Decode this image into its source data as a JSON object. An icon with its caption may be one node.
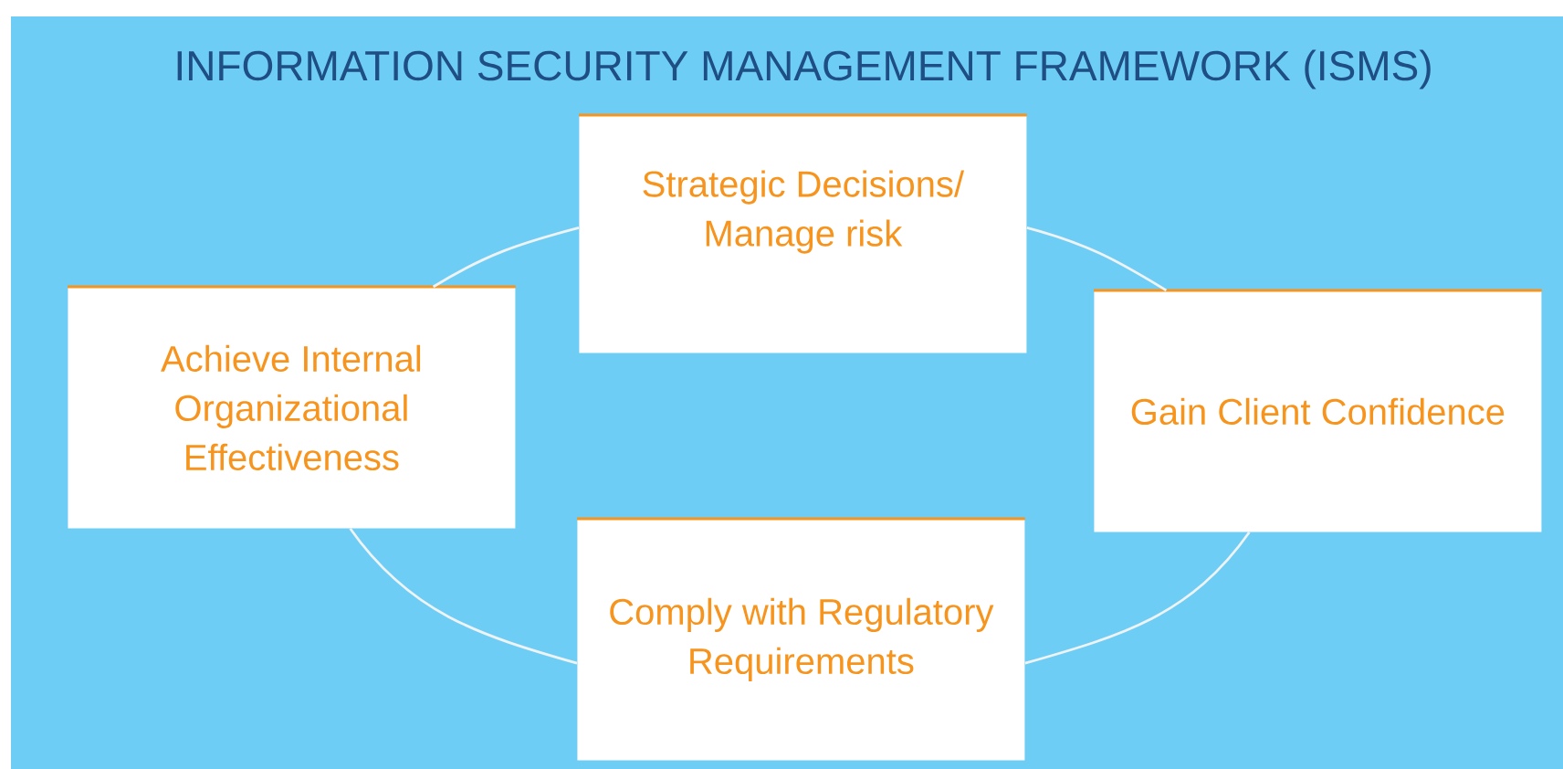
{
  "diagram": {
    "title": "INFORMATION SECURITY MANAGEMENT FRAMEWORK (ISMS)",
    "nodes": [
      {
        "text": [
          "Strategic Decisions/ Manage risk"
        ]
      },
      {
        "text": [
          "Achieve Internal Organizational Effectiveness"
        ]
      },
      {
        "text": [
          "Gain Client Confidence"
        ]
      },
      {
        "text": [
          "Comply with Regulatory Requirements"
        ]
      }
    ],
    "edges": [
      {
        "from": 1,
        "to": 0,
        "arrow": "none"
      },
      {
        "from": 0,
        "to": 2,
        "arrow": "none"
      },
      {
        "from": 2,
        "to": 3,
        "arrow": "none"
      },
      {
        "from": 3,
        "to": 1,
        "arrow": "none"
      }
    ]
  }
}
